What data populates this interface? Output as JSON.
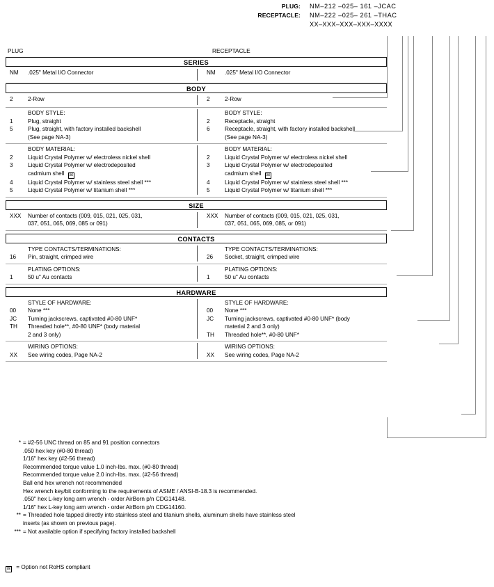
{
  "header": {
    "rows": [
      {
        "label": "PLUG:",
        "value": "NM–212 –025– 161 –JCAC"
      },
      {
        "label": "RECEPTACLE:",
        "value": "NM–222 –025– 261 –THAC"
      }
    ],
    "mask": "XX–XXX–XXX–XXX–XXXX"
  },
  "columns": {
    "left": "PLUG",
    "right": "RECEPTACLE"
  },
  "sections": [
    {
      "title": "SERIES",
      "groups": [
        {
          "heading": null,
          "left": [
            {
              "code": "NM",
              "text": ".025\" Metal I/O Connector"
            }
          ],
          "right": [
            {
              "code": "NM",
              "text": ".025\" Metal I/O Connector"
            }
          ]
        }
      ]
    },
    {
      "title": "BODY",
      "groups": [
        {
          "heading": null,
          "left": [
            {
              "code": "2",
              "text": "2-Row"
            }
          ],
          "right": [
            {
              "code": "2",
              "text": "2-Row"
            }
          ]
        },
        {
          "heading_left": "BODY STYLE:",
          "heading_right": "BODY STYLE:",
          "left": [
            {
              "code": "1",
              "text": "Plug, straight"
            },
            {
              "code": "5",
              "text": "Plug, straight, with factory installed backshell",
              "cont": "(See page NA-3)"
            }
          ],
          "right": [
            {
              "code": "2",
              "text": "Receptacle, straight"
            },
            {
              "code": "6",
              "text": "Receptacle, straight, with factory installed backshell",
              "cont": "(See page NA-3)"
            }
          ]
        },
        {
          "heading_left": "BODY MATERIAL:",
          "heading_right": "BODY MATERIAL:",
          "left": [
            {
              "code": "2",
              "text": "Liquid Crystal Polymer w/ electroless nickel shell"
            },
            {
              "code": "3",
              "text": "Liquid Crystal Polymer w/ electrodeposited",
              "cont": "cadmium shell",
              "rohs": true
            },
            {
              "code": "4",
              "text": "Liquid Crystal Polymer w/ stainless steel shell ***"
            },
            {
              "code": "5",
              "text": "Liquid Crystal Polymer w/ titanium shell ***"
            }
          ],
          "right": [
            {
              "code": "2",
              "text": "Liquid Crystal Polymer w/ electroless nickel shell"
            },
            {
              "code": "3",
              "text": "Liquid Crystal Polymer w/ electrodeposited",
              "cont": "cadmium shell",
              "rohs": true
            },
            {
              "code": "4",
              "text": "Liquid Crystal Polymer w/ stainless steel shell ***"
            },
            {
              "code": "5",
              "text": "Liquid Crystal Polymer w/ titanium shell ***"
            }
          ]
        }
      ]
    },
    {
      "title": "SIZE",
      "groups": [
        {
          "heading": null,
          "left": [
            {
              "code": "XXX",
              "text": "Number of contacts (009, 015, 021, 025, 031,",
              "cont": "037, 051, 065, 069, 085 or 091)"
            }
          ],
          "right": [
            {
              "code": "XXX",
              "text": "Number of contacts (009, 015, 021, 025, 031,",
              "cont": "037, 051, 065, 069, 085, or 091)"
            }
          ]
        }
      ]
    },
    {
      "title": "CONTACTS",
      "groups": [
        {
          "heading_left": "TYPE CONTACTS/TERMINATIONS:",
          "heading_right": "TYPE CONTACTS/TERMINATIONS:",
          "left": [
            {
              "code": "16",
              "text": "Pin, straight, crimped wire"
            }
          ],
          "right": [
            {
              "code": "26",
              "text": "Socket, straight, crimped wire"
            }
          ]
        },
        {
          "heading_left": "PLATING OPTIONS:",
          "heading_right": "PLATING OPTIONS:",
          "left": [
            {
              "code": "1",
              "text": "50 u\" Au contacts"
            }
          ],
          "right": [
            {
              "code": "1",
              "text": "50 u\" Au contacts"
            }
          ]
        }
      ]
    },
    {
      "title": "HARDWARE",
      "groups": [
        {
          "heading_left": "STYLE OF HARDWARE:",
          "heading_right": "STYLE OF HARDWARE:",
          "left": [
            {
              "code": "00",
              "text": "None ***"
            },
            {
              "code": "JC",
              "text": "Turning jackscrews, captivated #0-80 UNF*"
            },
            {
              "code": "TH",
              "text": "Threaded hole**, #0-80 UNF* (body material",
              "cont": "2 and 3 only)"
            }
          ],
          "right": [
            {
              "code": "00",
              "text": "None ***"
            },
            {
              "code": "JC",
              "text": "Turning jackscrews, captivated #0-80 UNF* (body",
              "cont": "material 2 and 3 only)"
            },
            {
              "code": "TH",
              "text": "Threaded hole**, #0-80 UNF*"
            }
          ]
        },
        {
          "heading_left": "WIRING OPTIONS:",
          "heading_right": "WIRING OPTIONS:",
          "left": [
            {
              "code": "XX",
              "text": "See wiring codes, Page NA-2"
            }
          ],
          "right": [
            {
              "code": "XX",
              "text": "See wiring codes, Page NA-2"
            }
          ]
        }
      ]
    }
  ],
  "notes": [
    {
      "mark": "*",
      "text": "= #2-56 UNC thread on 85 and 91 position connectors"
    },
    {
      "mark": "",
      "sub": ".050 hex key (#0-80 thread)"
    },
    {
      "mark": "",
      "sub": "1/16\" hex key (#2-56 thread)"
    },
    {
      "mark": "",
      "sub": "Recommended torque value 1.0 inch-lbs. max. (#0-80 thread)"
    },
    {
      "mark": "",
      "sub": "Recommended torque value 2.0 inch-lbs. max. (#2-56 thread)"
    },
    {
      "mark": "",
      "sub": "Ball end hex wrench not recommended"
    },
    {
      "mark": "",
      "sub": "Hex wrench key/bit conforming to the requirements of ASME / ANSI-B-18.3 is recommended."
    },
    {
      "mark": "",
      "sub": ".050\" hex L-key long arm wrench - order AirBorn p/n CDG14148."
    },
    {
      "mark": "",
      "sub": "1/16\" hex L-key long arm wrench - order AirBorn p/n CDG14160."
    },
    {
      "mark": "**",
      "text": "= Threaded hole tapped directly into stainless steel and titanium shells, aluminum shells have stainless steel"
    },
    {
      "mark": "",
      "hang": "inserts (as shown on previous page)."
    },
    {
      "mark": "***",
      "text": "= Not available option if specifying factory installed backshell"
    }
  ],
  "rohs_note": "= Option not RoHS compliant",
  "rohs_glyph": "☒",
  "colors": {
    "text": "#000000",
    "section_border": "#1a1a1a",
    "rule": "#a8a8a8",
    "bracket": "#8a8a8a",
    "divider": "#4a4a4a"
  }
}
